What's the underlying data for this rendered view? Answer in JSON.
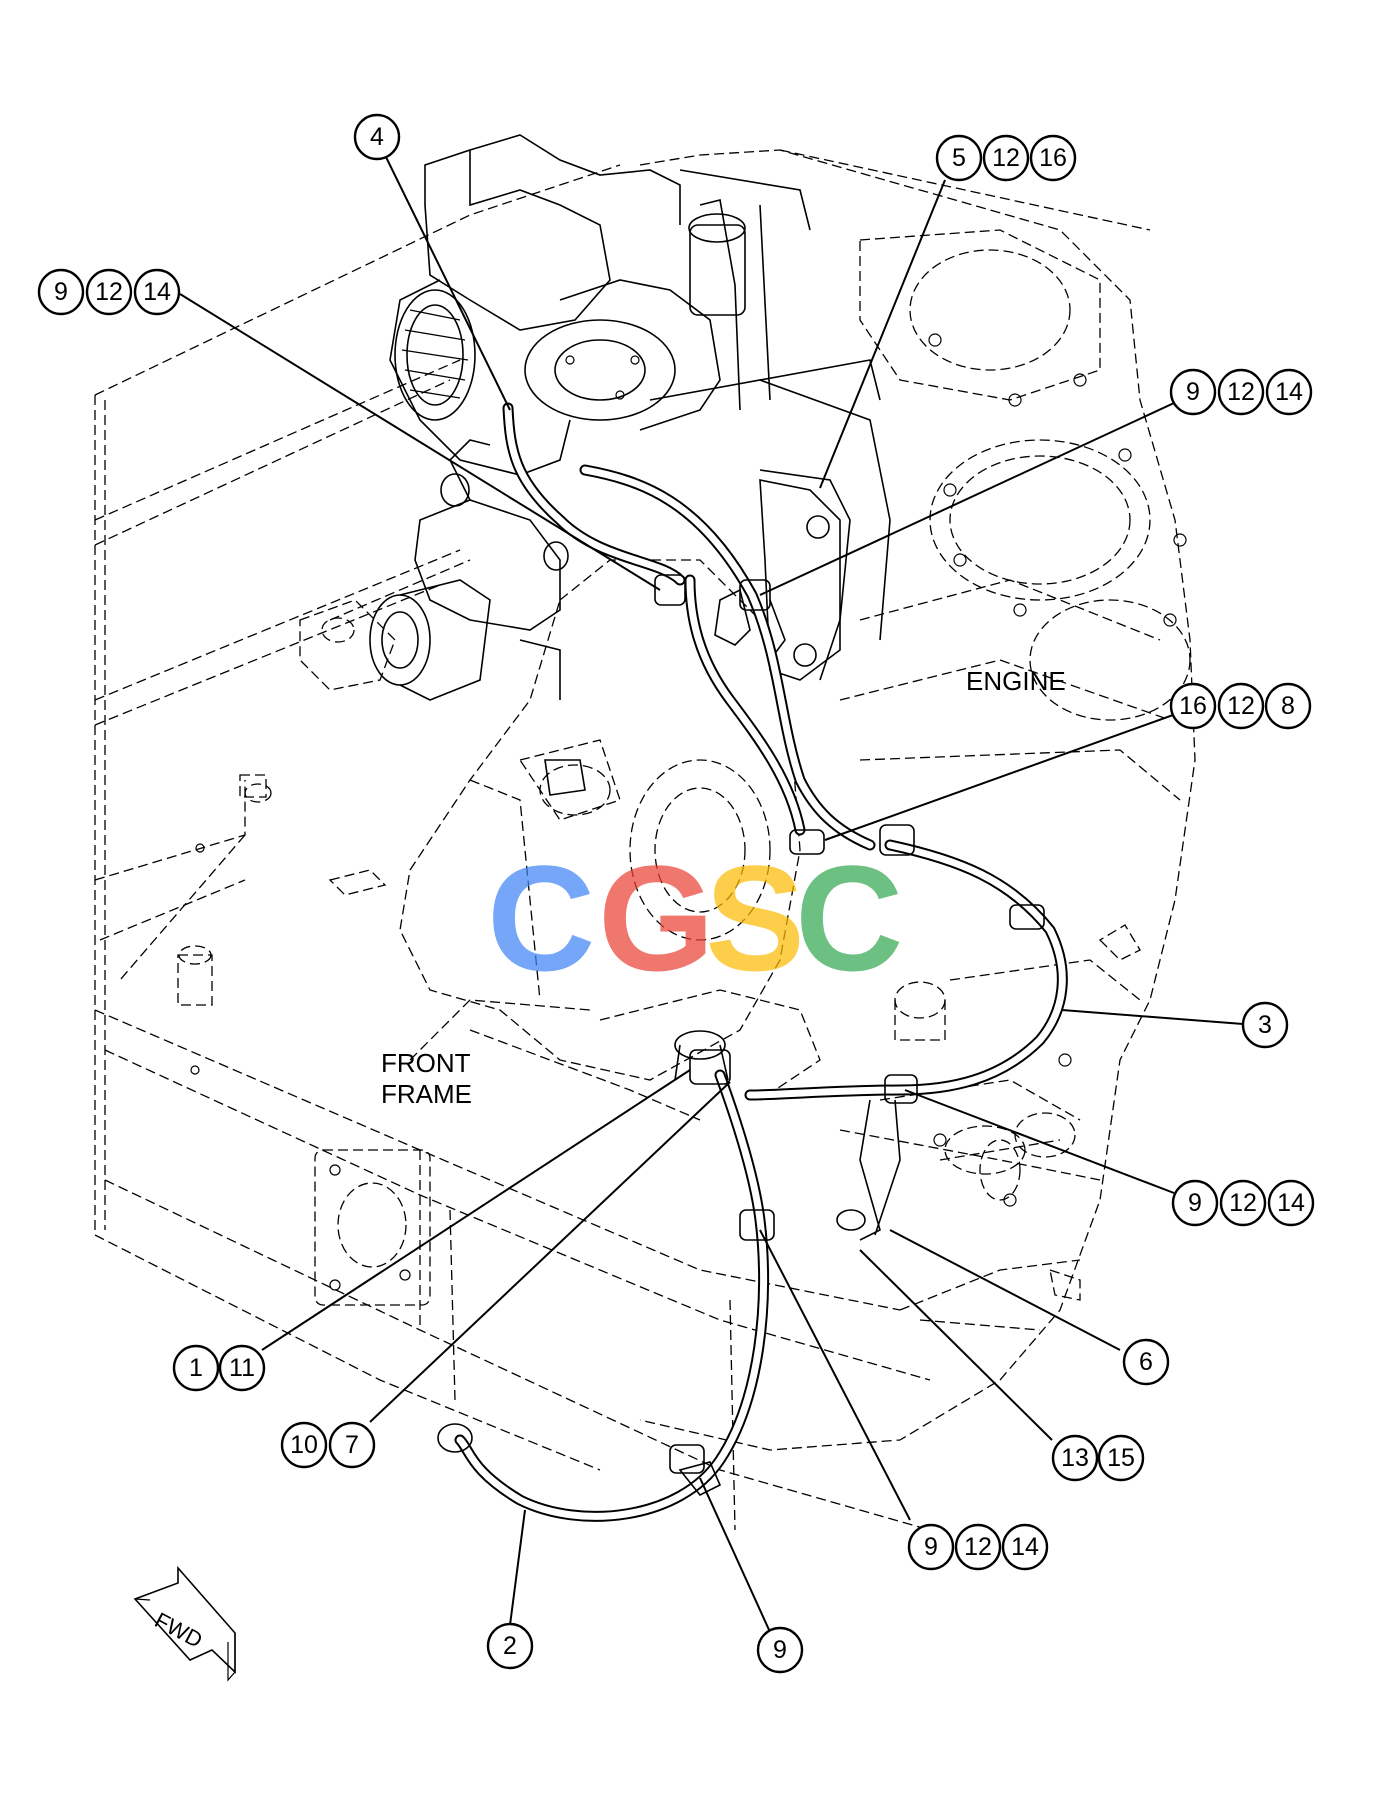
{
  "labels": {
    "engine": "ENGINE",
    "front_frame_line1": "FRONT",
    "front_frame_line2": "FRAME",
    "fwd": "FWD"
  },
  "watermark": {
    "letters": [
      "C",
      "G",
      "S",
      "C"
    ],
    "colors": [
      "#4285F4",
      "#EA4335",
      "#FBBC05",
      "#34A853"
    ]
  },
  "callouts": {
    "c4": [
      "4"
    ],
    "c5_12_16": [
      "5",
      "12",
      "16"
    ],
    "c9_12_14_topleft": [
      "9",
      "12",
      "14"
    ],
    "c9_12_14_right": [
      "9",
      "12",
      "14"
    ],
    "c16_12_8": [
      "16",
      "12",
      "8"
    ],
    "c3": [
      "3"
    ],
    "c9_12_14_mid": [
      "9",
      "12",
      "14"
    ],
    "c1_11": [
      "1",
      "11"
    ],
    "c6": [
      "6"
    ],
    "c10_7": [
      "10",
      "7"
    ],
    "c13_15": [
      "13",
      "15"
    ],
    "c9_12_14_bottom": [
      "9",
      "12",
      "14"
    ],
    "c2": [
      "2"
    ],
    "c9": [
      "9"
    ]
  }
}
